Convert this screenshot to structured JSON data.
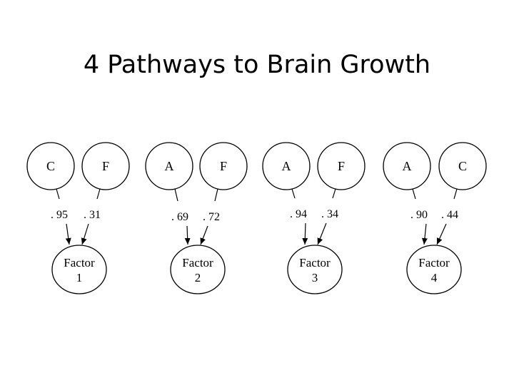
{
  "title": "4 Pathways to Brain Growth",
  "pathways": [
    {
      "inputs": [
        {
          "label": "C",
          "coefficient": ". 95"
        },
        {
          "label": "F",
          "coefficient": ". 31"
        }
      ],
      "factor": {
        "line1": "Factor",
        "line2": "1"
      }
    },
    {
      "inputs": [
        {
          "label": "A",
          "coefficient": ". 69"
        },
        {
          "label": "F",
          "coefficient": ". 72"
        }
      ],
      "factor": {
        "line1": "Factor",
        "line2": "2"
      }
    },
    {
      "inputs": [
        {
          "label": "A",
          "coefficient": ". 94"
        },
        {
          "label": "F",
          "coefficient": ". 34"
        }
      ],
      "factor": {
        "line1": "Factor",
        "line2": "3"
      }
    },
    {
      "inputs": [
        {
          "label": "A",
          "coefficient": ". 90"
        },
        {
          "label": "C",
          "coefficient": ". 44"
        }
      ],
      "factor": {
        "line1": "Factor",
        "line2": "4"
      }
    }
  ]
}
